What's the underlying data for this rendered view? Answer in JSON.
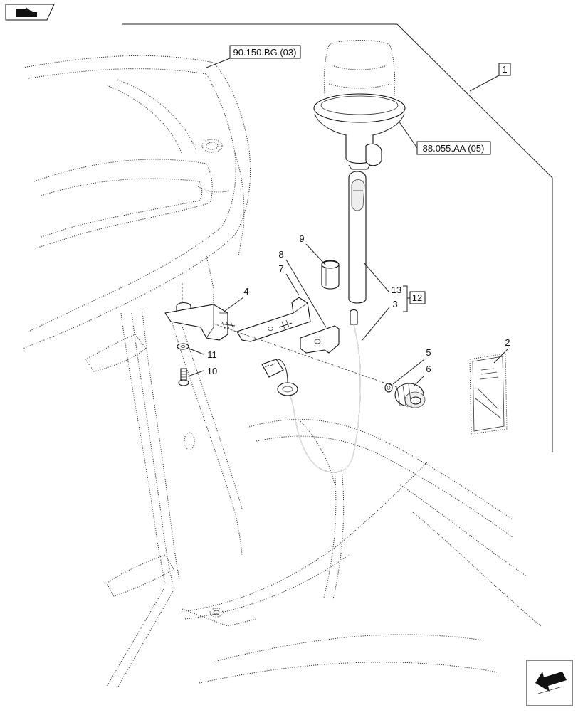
{
  "icons": {
    "nav_top": "book-arrow-icon",
    "nav_bottom": "next-page-arrow-icon"
  },
  "refs": {
    "ref_cab": "90.150.BG (03)",
    "ref_beacon": "88.055.AA (05)"
  },
  "callouts": [
    {
      "id": "1",
      "boxed": true
    },
    {
      "id": "2",
      "boxed": false
    },
    {
      "id": "3",
      "boxed": false
    },
    {
      "id": "4",
      "boxed": false
    },
    {
      "id": "5",
      "boxed": false
    },
    {
      "id": "6",
      "boxed": false
    },
    {
      "id": "7",
      "boxed": false
    },
    {
      "id": "8",
      "boxed": false
    },
    {
      "id": "9",
      "boxed": false
    },
    {
      "id": "10",
      "boxed": false
    },
    {
      "id": "11",
      "boxed": false
    },
    {
      "id": "12",
      "boxed": true
    },
    {
      "id": "13",
      "boxed": false
    }
  ]
}
